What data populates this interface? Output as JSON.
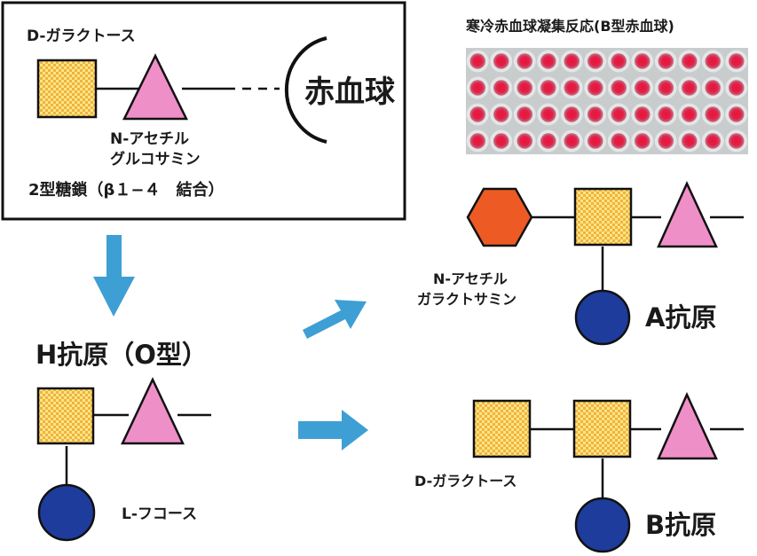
{
  "top_box": {
    "galactose_label": "D-ガラクトース",
    "glcnac_label_line1": "N-アセチル",
    "glcnac_label_line2": "グルコサミン",
    "chain_label": "2型糖鎖（β１−４　結合）",
    "rbc_label": "赤血球"
  },
  "photo": {
    "title": "寒冷赤血球凝集反応(B型赤血球)",
    "rows": 4,
    "columns": 12
  },
  "h_antigen": {
    "title": "H抗原（O型）",
    "fucose_label": "L-フコース"
  },
  "a_antigen": {
    "galnac_label_line1": "N-アセチル",
    "galnac_label_line2": "ガラクトサミン",
    "title": "A抗原"
  },
  "b_antigen": {
    "galactose_label": "D-ガラクトース",
    "title": "B抗原"
  },
  "colors": {
    "galactose_fill": "#fbe58a",
    "galactose_dots": "#f1b33a",
    "glcnac_fill": "#ef8fc8",
    "fucose_fill": "#1e3c9c",
    "galnac_fill": "#ee5a24",
    "arrow": "#3e9fd4",
    "well_red": "#e02244"
  }
}
